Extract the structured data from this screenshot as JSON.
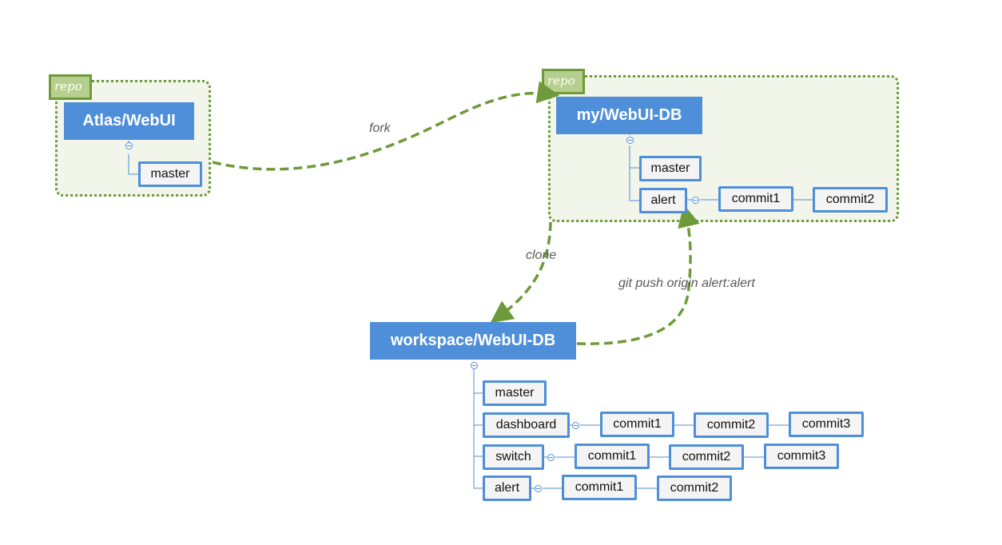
{
  "repo_tag": "repo",
  "repos": {
    "atlas": {
      "name": "Atlas/WebUI",
      "branches": {
        "master": "master"
      }
    },
    "my": {
      "name": "my/WebUI-DB",
      "branches": {
        "master": "master",
        "alert": "alert"
      },
      "alert_commits": [
        "commit1",
        "commit2"
      ]
    },
    "workspace": {
      "name": "workspace/WebUI-DB",
      "branches": {
        "master": "master",
        "dashboard": "dashboard",
        "switch": "switch",
        "alert": "alert"
      },
      "dashboard_commits": [
        "commit1",
        "commit2",
        "commit3"
      ],
      "switch_commits": [
        "commit1",
        "commit2",
        "commit3"
      ],
      "alert_commits": [
        "commit1",
        "commit2"
      ]
    }
  },
  "edges": {
    "fork": "fork",
    "clone": "clone",
    "push": "git push origin alert:alert"
  },
  "colors": {
    "node_blue": "#4f8fd9",
    "group_green": "#6f9a3a",
    "tag_fill": "#b6cf8e",
    "group_fill": "#f1f5ea"
  }
}
